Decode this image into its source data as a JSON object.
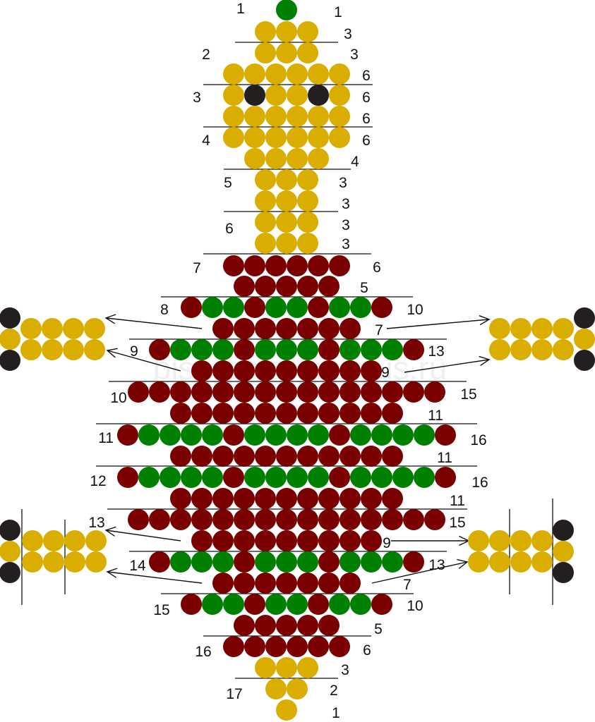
{
  "watermark": "biseroplet-kruglus.ru",
  "palette": {
    "yellow": "#D9AE00",
    "red": "#7A0000",
    "green": "#008000",
    "black": "#231F20",
    "line": "#111111"
  },
  "labels": [
    "1",
    "1",
    "3",
    "2",
    "3",
    "6",
    "3",
    "6",
    "6",
    "4",
    "6",
    "4",
    "5",
    "3",
    "3",
    "6",
    "3",
    "3",
    "7",
    "6",
    "5",
    "8",
    "10",
    "7",
    "9",
    "13",
    "9",
    "10",
    "15",
    "11",
    "11",
    "16",
    "11",
    "12",
    "16",
    "11",
    "13",
    "15",
    "9",
    "14",
    "13",
    "7",
    "15",
    "10",
    "5",
    "16",
    "6",
    "3",
    "17",
    "2",
    "1"
  ]
}
